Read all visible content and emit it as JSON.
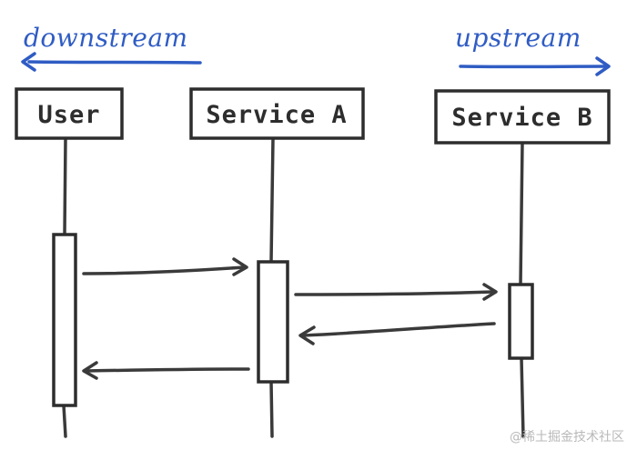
{
  "labels": {
    "downstream": "downstream",
    "upstream": "upstream"
  },
  "participants": [
    {
      "id": "user",
      "name": "User"
    },
    {
      "id": "service-a",
      "name": "Service A"
    },
    {
      "id": "service-b",
      "name": "Service B"
    }
  ],
  "messages": [
    {
      "from": "User",
      "to": "Service A"
    },
    {
      "from": "Service A",
      "to": "Service B"
    },
    {
      "from": "Service B",
      "to": "Service A"
    },
    {
      "from": "Service A",
      "to": "User"
    }
  ],
  "watermark": "@稀土掘金技术社区",
  "colors": {
    "ink": "#2d2d2d",
    "blue": "#2f5cc4",
    "watermark": "#b9b9b9"
  }
}
